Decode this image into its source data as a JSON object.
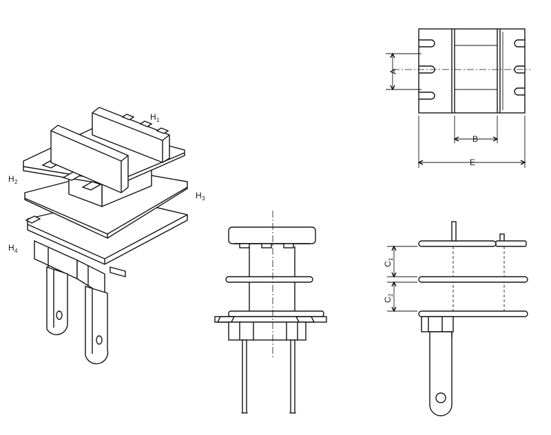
{
  "labels": {
    "h1": {
      "main": "H",
      "sub": "1"
    },
    "h2": {
      "main": "H",
      "sub": "2"
    },
    "h3": {
      "main": "H",
      "sub": "3"
    },
    "h4": {
      "main": "H",
      "sub": "4"
    }
  },
  "dimensions": {
    "a": "A",
    "b": "B",
    "e": "E",
    "c1": {
      "main": "C",
      "sub": "1"
    },
    "c2": {
      "main": "C",
      "sub": "2"
    }
  },
  "colors": {
    "ink": "#111111",
    "paper": "#ffffff"
  }
}
